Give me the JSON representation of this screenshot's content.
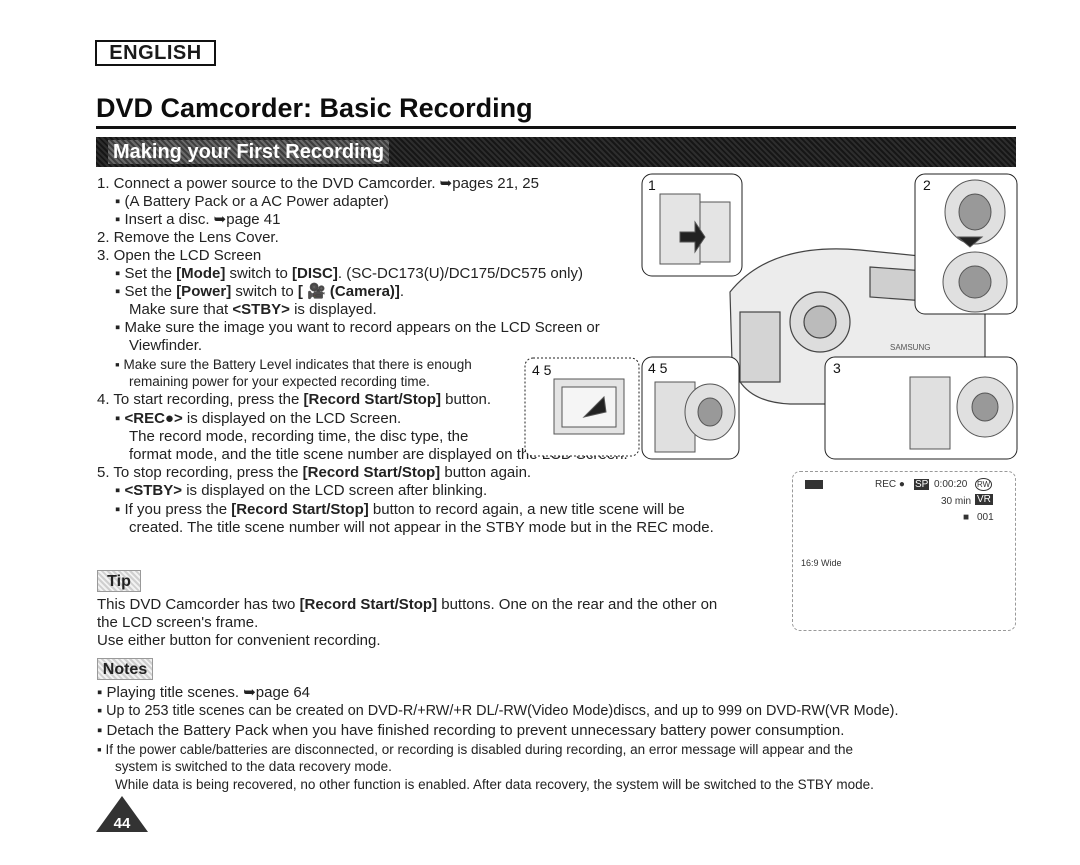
{
  "header": {
    "language": "ENGLISH",
    "title": "DVD Camcorder: Basic Recording",
    "section": "Making your First Recording"
  },
  "steps": {
    "s1": "1.  Connect a power source to the DVD Camcorder. ➥pages 21, 25",
    "s1a": "▪  (A Battery Pack or a AC Power adapter)",
    "s1b": "▪  Insert a disc. ➥page 41",
    "s2": "2.  Remove the Lens Cover.",
    "s3": "3.  Open the LCD Screen",
    "s3a_pre": "▪  Set the ",
    "s3a_b1": "[Mode]",
    "s3a_mid": " switch to ",
    "s3a_b2": "[DISC]",
    "s3a_post": ". (SC-DC173(U)/DC175/DC575 only)",
    "s3b_pre": "▪  Set the ",
    "s3b_b1": "[Power]",
    "s3b_mid": " switch to ",
    "s3b_b2": "[ 🎥 (Camera)]",
    "s3b_post": ".",
    "s3c_pre": "Make sure that ",
    "s3c_b": "<STBY>",
    "s3c_post": " is displayed.",
    "s3d": "▪  Make sure the image you want to record appears on the LCD Screen or",
    "s3d2": "Viewfinder.",
    "s3e": "▪  Make sure the Battery Level indicates that there is enough",
    "s3e2": "remaining power for your expected recording time.",
    "s4_pre": "4.  To start recording, press the ",
    "s4_b": "[Record Start/Stop]",
    "s4_post": " button.",
    "s4a_pre": "▪  ",
    "s4a_b": "<REC●>",
    "s4a_post": " is displayed on the LCD Screen.",
    "s4b": "The record mode, recording time, the disc type, the",
    "s4c": "format mode, and the title scene number are displayed on the LCD Screen.",
    "s5_pre": "5.  To stop recording, press the ",
    "s5_b": "[Record Start/Stop]",
    "s5_post": " button again.",
    "s5a_pre": "▪  ",
    "s5a_b": "<STBY>",
    "s5a_post": " is displayed on the LCD screen after blinking.",
    "s5b_pre": "▪  If you press the ",
    "s5b_b": "[Record Start/Stop]",
    "s5b_post": " button to record again, a new title scene will be",
    "s5c": "created. The title scene number will not appear in the STBY mode but in the REC mode."
  },
  "tip": {
    "label": "Tip",
    "l1_pre": "This DVD Camcorder has two ",
    "l1_b": "[Record Start/Stop]",
    "l1_post": " buttons. One on the rear and the other on",
    "l2": "the LCD screen's frame.",
    "l3": "Use either button for convenient recording."
  },
  "notes": {
    "label": "Notes",
    "n1": "▪  Playing title scenes. ➥page 64",
    "n2": "▪  Up to 253 title scenes can be created on DVD-R/+RW/+R DL/-RW(Video Mode)discs, and up to 999 on DVD-RW(VR Mode).",
    "n3": "▪  Detach the Battery Pack when you have finished recording to prevent unnecessary battery power consumption.",
    "n4": "▪  If the power cable/batteries are disconnected, or recording is disabled during recording, an error message will appear and the",
    "n4b": "system is switched to the data recovery mode.",
    "n4c": "While data is being recovered, no other function is enabled. After data recovery, the system will be switched to the STBY mode."
  },
  "figures": {
    "f1": "1",
    "f2": "2",
    "f3": "3",
    "f45": "4  5",
    "f45b": "4 5",
    "brand": "SAMSUNG"
  },
  "lcd": {
    "rec": "REC ●",
    "sp": "SP",
    "time": "0:00:20",
    "disc": "RW",
    "remain": "30 min",
    "vr": "VR",
    "scene": "001",
    "wide": "16:9 Wide"
  },
  "page_number": "44"
}
